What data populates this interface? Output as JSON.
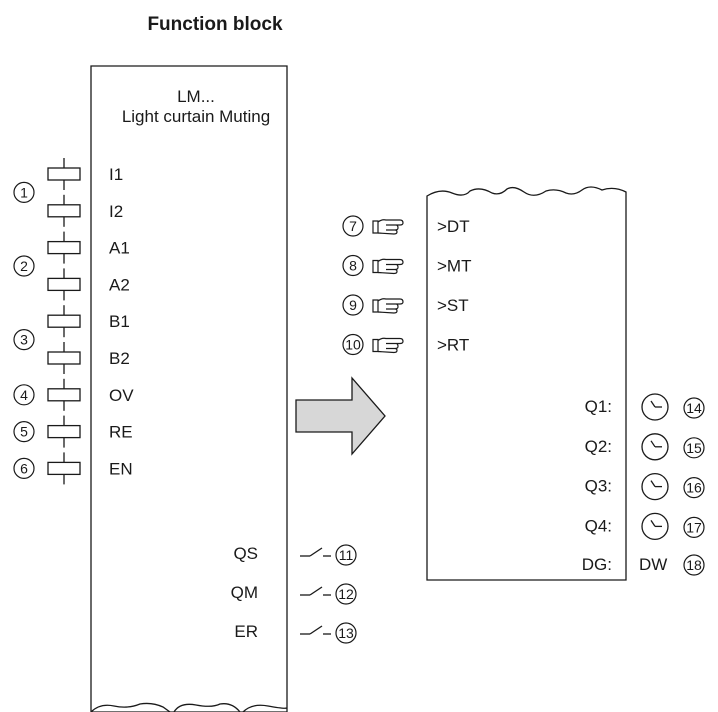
{
  "title": "Function block",
  "left_block": {
    "name_line1": "LM...",
    "name_line2": "Light curtain Muting",
    "inputs": [
      {
        "label": "I1",
        "callout": "1"
      },
      {
        "label": "I2",
        "callout": "1"
      },
      {
        "label": "A1",
        "callout": "2"
      },
      {
        "label": "A2",
        "callout": "2"
      },
      {
        "label": "B1",
        "callout": "3"
      },
      {
        "label": "B2",
        "callout": "3"
      },
      {
        "label": "OV",
        "callout": "4"
      },
      {
        "label": "RE",
        "callout": "5"
      },
      {
        "label": "EN",
        "callout": "6"
      }
    ],
    "outputs": [
      {
        "label": "QS",
        "callout": "11"
      },
      {
        "label": "QM",
        "callout": "12"
      },
      {
        "label": "ER",
        "callout": "13"
      }
    ]
  },
  "right_block": {
    "parameters": [
      {
        "label": ">DT",
        "callout": "7"
      },
      {
        "label": ">MT",
        "callout": "8"
      },
      {
        "label": ">ST",
        "callout": "9"
      },
      {
        "label": ">RT",
        "callout": "10"
      }
    ],
    "timer_outputs": [
      {
        "label": "Q1:",
        "callout": "14"
      },
      {
        "label": "Q2:",
        "callout": "15"
      },
      {
        "label": "Q3:",
        "callout": "16"
      },
      {
        "label": "Q4:",
        "callout": "17"
      }
    ],
    "diagnostic": {
      "label": "DG:",
      "value": "DW",
      "callout": "18"
    }
  }
}
